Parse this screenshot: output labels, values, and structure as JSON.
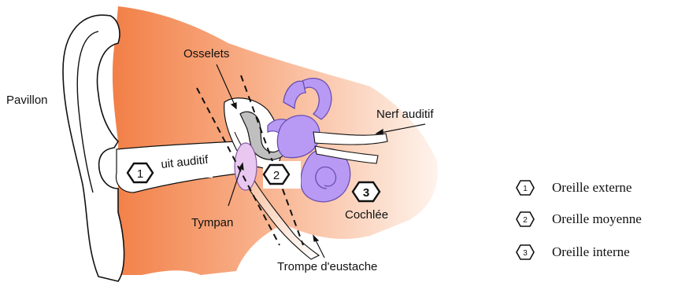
{
  "labels": {
    "pavillon": "Pavillon",
    "osselets": "Osselets",
    "nerf_auditif": "Nerf auditif",
    "conduit_auditif": "uit auditif",
    "tympan": "Tympan",
    "cochlee": "Cochlée",
    "trompe": "Trompe d'eustache"
  },
  "markers": [
    "1",
    "2",
    "3"
  ],
  "legend": [
    {
      "num": "1",
      "text": "Oreille externe"
    },
    {
      "num": "2",
      "text": "Oreille moyenne"
    },
    {
      "num": "3",
      "text": "Oreille interne"
    }
  ],
  "colors": {
    "outer_skin": "#f58d5a",
    "skin_gradient_light": "#fde6d6",
    "inner_ear": "#b89af5",
    "inner_ear_stroke": "#6a4fb0",
    "ossicle": "#bfbfbf",
    "tympan": "#e8c8f0"
  }
}
